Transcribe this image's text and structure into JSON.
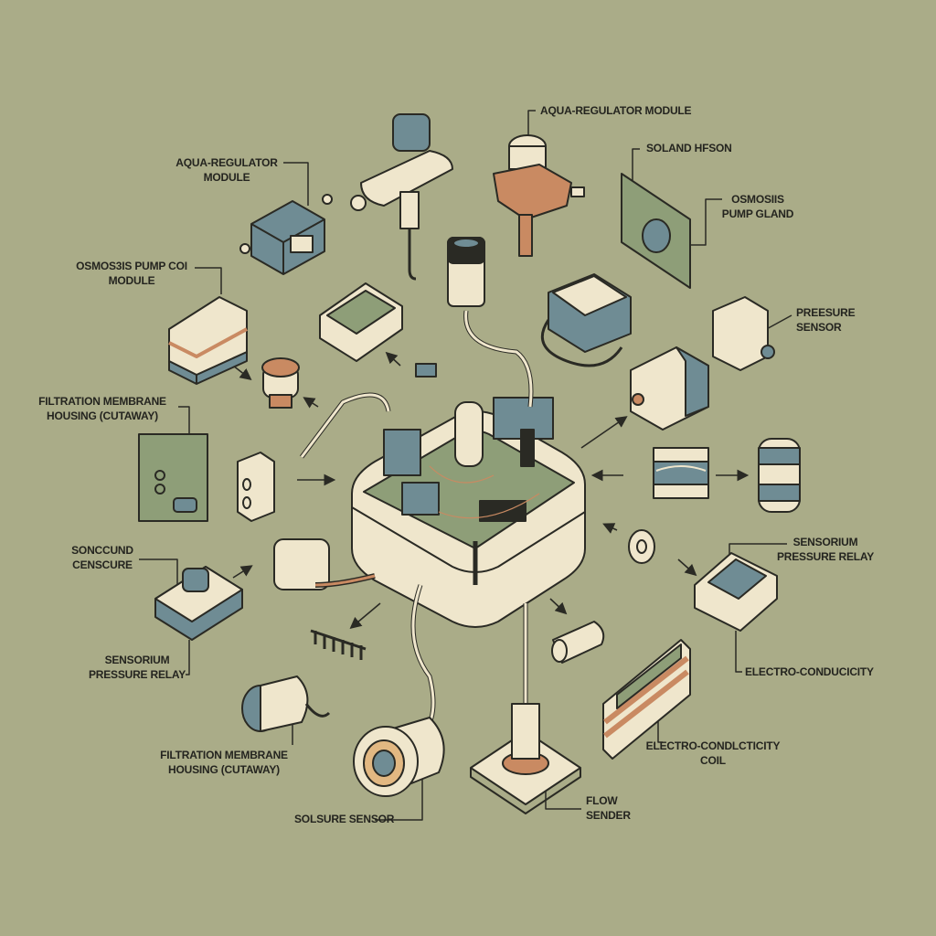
{
  "colors": {
    "background": "#aaac88",
    "outline": "#2a2a24",
    "cream": "#efe6cc",
    "steel_blue": "#6f8c94",
    "terracotta": "#c98a62",
    "pcb_green": "#8e9e78"
  },
  "labels": [
    {
      "lines": [
        "AQUA-REGULATOR",
        "MODULE"
      ]
    },
    {
      "lines": [
        "AQUA-REGULATOR MODULE"
      ]
    },
    {
      "lines": [
        "SOLAND HFSON"
      ]
    },
    {
      "lines": [
        "OSMOSIIS",
        "PUMP GLAND"
      ]
    },
    {
      "lines": [
        "OSMOS3IS PUMP COI",
        "MODULE"
      ]
    },
    {
      "lines": [
        "PREESURE",
        "SENSOR"
      ]
    },
    {
      "lines": [
        "FILTRATION MEMBRANE",
        "HOUSING (CUTAWAY)"
      ]
    },
    {
      "lines": [
        "SONCCUND",
        "CENSCURE"
      ]
    },
    {
      "lines": [
        "SENSORIUM",
        "PRESSURE RELAY"
      ]
    },
    {
      "lines": [
        "SENSORIUM",
        "PRESSURE RELAY"
      ]
    },
    {
      "lines": [
        "ELECTRO-CONDUCICITY"
      ]
    },
    {
      "lines": [
        "ELECTRO-CONDLCTICITY",
        "COIL"
      ]
    },
    {
      "lines": [
        "FILTRATION MEMBRANE",
        "HOUSING (CUTAWAY)"
      ]
    },
    {
      "lines": [
        "SOLSURE SENSOR"
      ]
    },
    {
      "lines": [
        "FLOW",
        "SENDER"
      ]
    }
  ]
}
